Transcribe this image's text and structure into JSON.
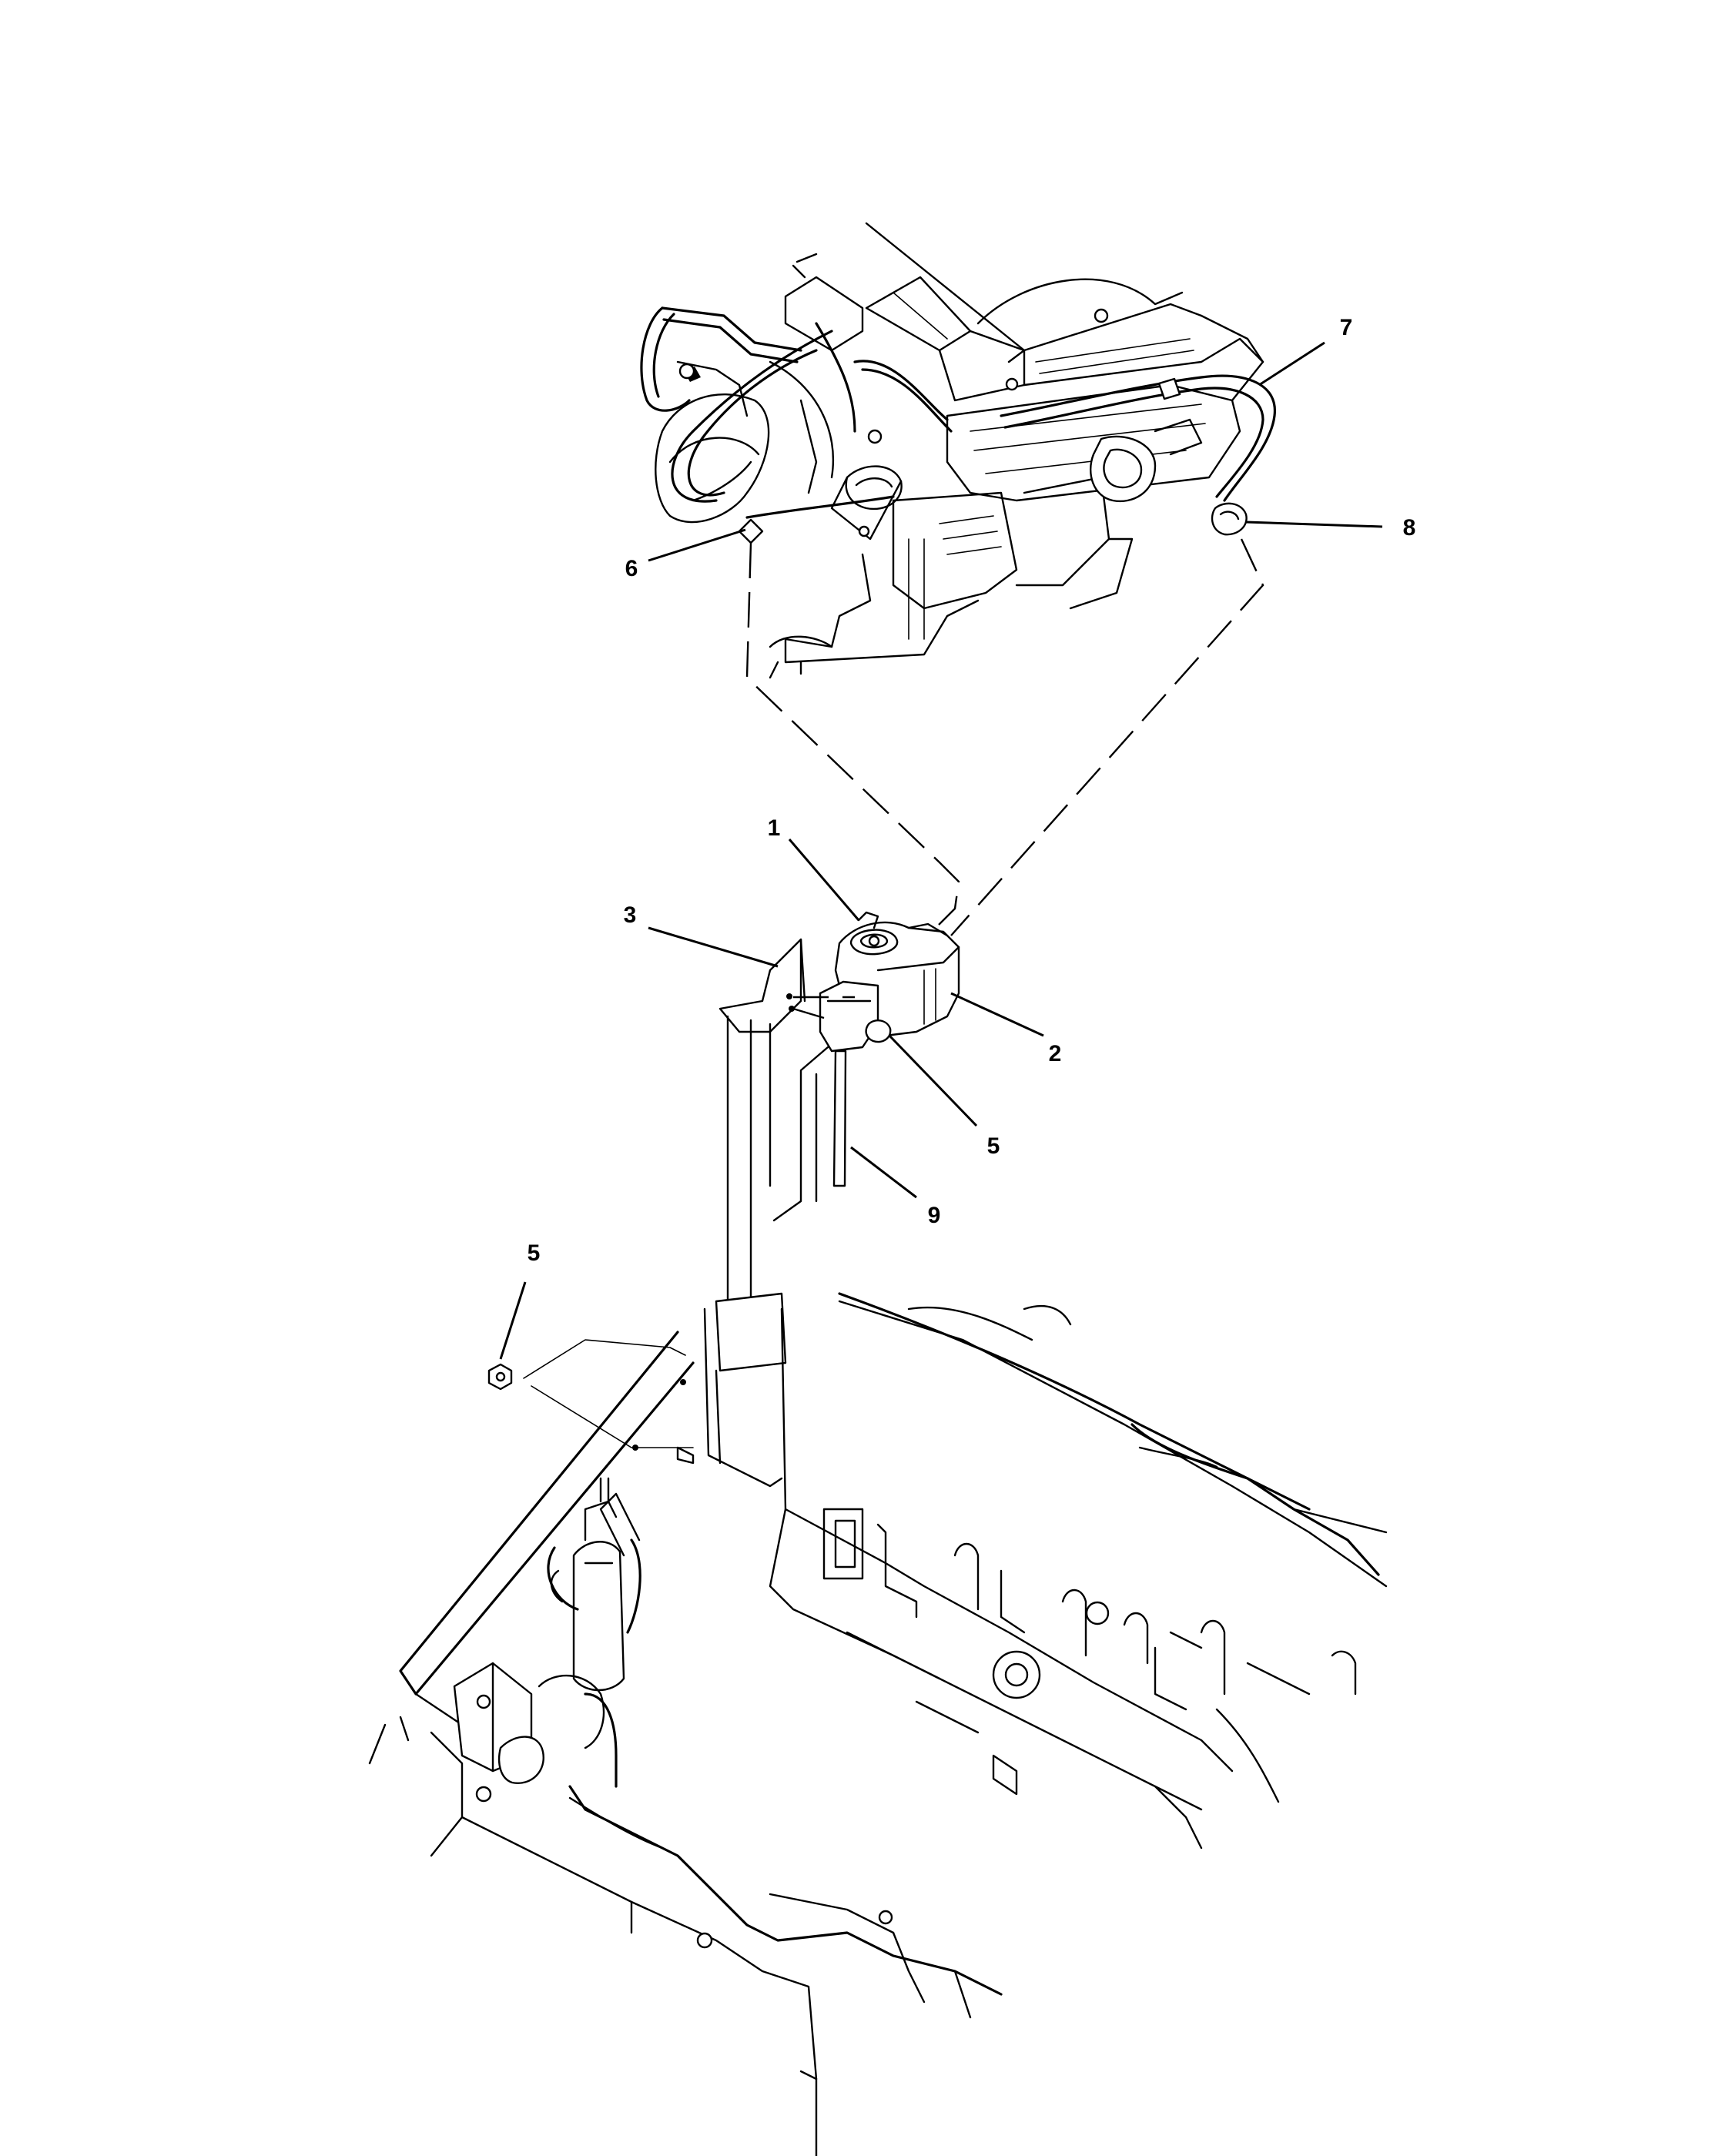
{
  "callouts": {
    "c1": "1",
    "c2": "2",
    "c3": "3",
    "c5a": "5",
    "c5b": "5",
    "c6": "6",
    "c7": "7",
    "c8": "8",
    "c9": "9"
  },
  "colors": {
    "ink": "#000000",
    "paper": "#ffffff"
  }
}
